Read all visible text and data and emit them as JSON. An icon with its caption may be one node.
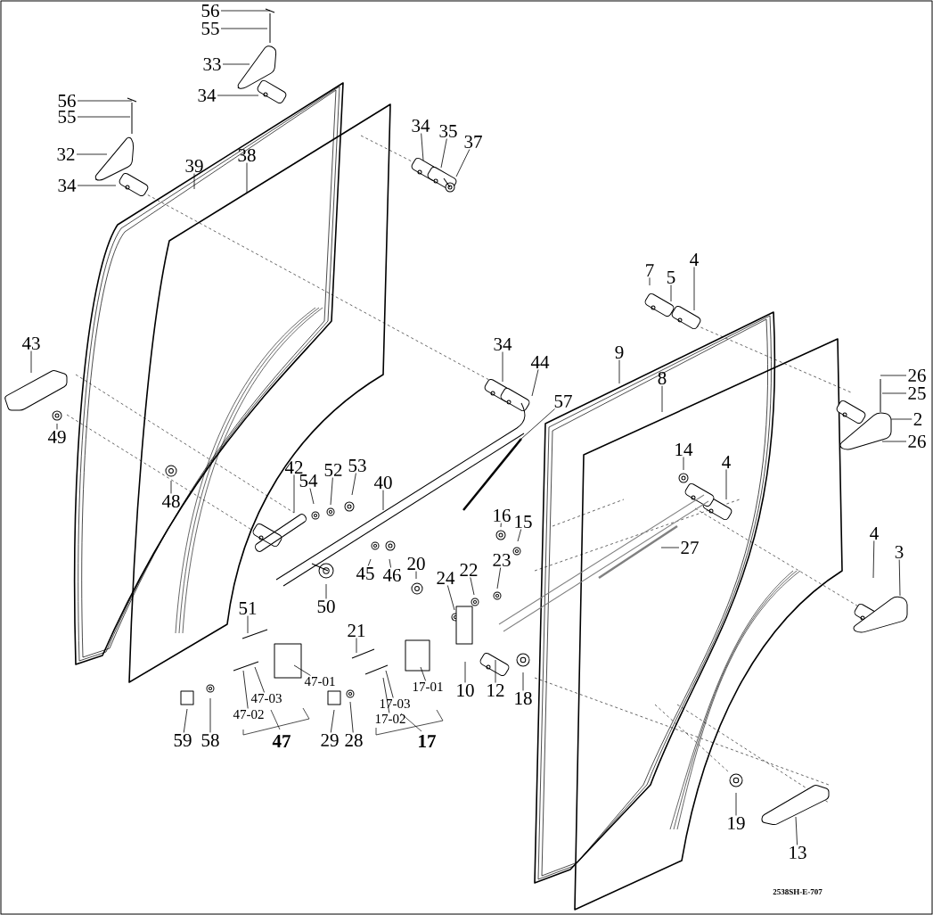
{
  "diagram": {
    "nodes": [
      {
        "text": [
          "56"
        ]
      },
      {
        "text": [
          "55"
        ]
      },
      {
        "text": [
          "33"
        ]
      },
      {
        "text": [
          "34"
        ]
      },
      {
        "text": [
          "56"
        ]
      },
      {
        "text": [
          "55"
        ]
      },
      {
        "text": [
          "32"
        ]
      },
      {
        "text": [
          "34"
        ]
      },
      {
        "text": [
          "39"
        ]
      },
      {
        "text": [
          "38"
        ]
      },
      {
        "text": [
          "34"
        ]
      },
      {
        "text": [
          "35"
        ]
      },
      {
        "text": [
          "37"
        ]
      },
      {
        "text": [
          "7"
        ]
      },
      {
        "text": [
          "5"
        ]
      },
      {
        "text": [
          "4"
        ]
      },
      {
        "text": [
          "43"
        ]
      },
      {
        "text": [
          "49"
        ]
      },
      {
        "text": [
          "48"
        ]
      },
      {
        "text": [
          "42"
        ]
      },
      {
        "text": [
          "54"
        ]
      },
      {
        "text": [
          "52"
        ]
      },
      {
        "text": [
          "53"
        ]
      },
      {
        "text": [
          "40"
        ]
      },
      {
        "text": [
          "34"
        ]
      },
      {
        "text": [
          "44"
        ]
      },
      {
        "text": [
          "57"
        ]
      },
      {
        "text": [
          "9"
        ]
      },
      {
        "text": [
          "8"
        ]
      },
      {
        "text": [
          "26"
        ]
      },
      {
        "text": [
          "25"
        ]
      },
      {
        "text": [
          "2"
        ]
      },
      {
        "text": [
          "26"
        ]
      },
      {
        "text": [
          "14"
        ]
      },
      {
        "text": [
          "4"
        ]
      },
      {
        "text": [
          "16"
        ]
      },
      {
        "text": [
          "15"
        ]
      },
      {
        "text": [
          "27"
        ]
      },
      {
        "text": [
          "4"
        ]
      },
      {
        "text": [
          "3"
        ]
      },
      {
        "text": [
          "45"
        ]
      },
      {
        "text": [
          "46"
        ]
      },
      {
        "text": [
          "50"
        ]
      },
      {
        "text": [
          "20"
        ]
      },
      {
        "text": [
          "24"
        ]
      },
      {
        "text": [
          "22"
        ]
      },
      {
        "text": [
          "23"
        ]
      },
      {
        "text": [
          "51"
        ]
      },
      {
        "text": [
          "21"
        ]
      },
      {
        "text": [
          "10"
        ]
      },
      {
        "text": [
          "12"
        ]
      },
      {
        "text": [
          "18"
        ]
      },
      {
        "text": [
          "47-01"
        ]
      },
      {
        "text": [
          "47-03"
        ]
      },
      {
        "text": [
          "47-02"
        ]
      },
      {
        "text": [
          "59"
        ]
      },
      {
        "text": [
          "58"
        ]
      },
      {
        "text": [
          "29"
        ]
      },
      {
        "text": [
          "28"
        ]
      },
      {
        "text": [
          "17-01"
        ]
      },
      {
        "text": [
          "17-03"
        ]
      },
      {
        "text": [
          "17-02"
        ]
      },
      {
        "text": [
          "19"
        ]
      },
      {
        "text": [
          "13"
        ]
      }
    ],
    "edges": [
      {
        "from": 0,
        "to": null,
        "arrow": "none"
      },
      {
        "from": 1,
        "to": null,
        "arrow": "none"
      },
      {
        "from": 2,
        "to": null,
        "arrow": "none"
      },
      {
        "from": 3,
        "to": null,
        "arrow": "none"
      },
      {
        "from": 4,
        "to": null,
        "arrow": "none"
      },
      {
        "from": 5,
        "to": null,
        "arrow": "none"
      },
      {
        "from": 6,
        "to": null,
        "arrow": "none"
      },
      {
        "from": 7,
        "to": null,
        "arrow": "none"
      },
      {
        "from": 8,
        "to": null,
        "arrow": "none"
      },
      {
        "from": 9,
        "to": null,
        "arrow": "none"
      },
      {
        "from": 10,
        "to": null,
        "arrow": "none"
      },
      {
        "from": 11,
        "to": null,
        "arrow": "none"
      },
      {
        "from": 12,
        "to": null,
        "arrow": "none"
      },
      {
        "from": 13,
        "to": null,
        "arrow": "none"
      },
      {
        "from": 14,
        "to": null,
        "arrow": "none"
      },
      {
        "from": 15,
        "to": null,
        "arrow": "none"
      },
      {
        "from": 16,
        "to": null,
        "arrow": "none"
      },
      {
        "from": 17,
        "to": null,
        "arrow": "none"
      },
      {
        "from": 18,
        "to": null,
        "arrow": "none"
      },
      {
        "from": 19,
        "to": null,
        "arrow": "none"
      },
      {
        "from": 20,
        "to": null,
        "arrow": "none"
      },
      {
        "from": 21,
        "to": null,
        "arrow": "none"
      },
      {
        "from": 22,
        "to": null,
        "arrow": "none"
      },
      {
        "from": 23,
        "to": null,
        "arrow": "none"
      },
      {
        "from": 24,
        "to": null,
        "arrow": "none"
      },
      {
        "from": 25,
        "to": null,
        "arrow": "none"
      },
      {
        "from": 26,
        "to": null,
        "arrow": "none"
      },
      {
        "from": 27,
        "to": null,
        "arrow": "none"
      },
      {
        "from": 28,
        "to": null,
        "arrow": "none"
      },
      {
        "from": 29,
        "to": null,
        "arrow": "none"
      },
      {
        "from": 30,
        "to": null,
        "arrow": "none"
      },
      {
        "from": 31,
        "to": null,
        "arrow": "none"
      },
      {
        "from": 32,
        "to": null,
        "arrow": "none"
      },
      {
        "from": 33,
        "to": null,
        "arrow": "none"
      },
      {
        "from": 34,
        "to": null,
        "arrow": "none"
      },
      {
        "from": 35,
        "to": null,
        "arrow": "none"
      },
      {
        "from": 36,
        "to": null,
        "arrow": "none"
      },
      {
        "from": 37,
        "to": null,
        "arrow": "none"
      },
      {
        "from": 38,
        "to": null,
        "arrow": "none"
      },
      {
        "from": 39,
        "to": null,
        "arrow": "none"
      },
      {
        "from": 40,
        "to": null,
        "arrow": "none"
      },
      {
        "from": 41,
        "to": null,
        "arrow": "none"
      },
      {
        "from": 42,
        "to": null,
        "arrow": "none"
      },
      {
        "from": 43,
        "to": null,
        "arrow": "none"
      },
      {
        "from": 44,
        "to": null,
        "arrow": "none"
      },
      {
        "from": 45,
        "to": null,
        "arrow": "none"
      },
      {
        "from": 46,
        "to": null,
        "arrow": "none"
      },
      {
        "from": 47,
        "to": null,
        "arrow": "none"
      },
      {
        "from": 48,
        "to": null,
        "arrow": "none"
      },
      {
        "from": 49,
        "to": null,
        "arrow": "none"
      },
      {
        "from": 50,
        "to": null,
        "arrow": "none"
      },
      {
        "from": 51,
        "to": null,
        "arrow": "none"
      },
      {
        "from": 52,
        "to": null,
        "arrow": "none"
      },
      {
        "from": 53,
        "to": null,
        "arrow": "none"
      },
      {
        "from": 54,
        "to": null,
        "arrow": "none"
      },
      {
        "from": 55,
        "to": null,
        "arrow": "none"
      },
      {
        "from": 56,
        "to": null,
        "arrow": "none"
      },
      {
        "from": 57,
        "to": null,
        "arrow": "none"
      },
      {
        "from": 58,
        "to": null,
        "arrow": "none"
      },
      {
        "from": 59,
        "to": null,
        "arrow": "none"
      },
      {
        "from": 60,
        "to": null,
        "arrow": "none"
      },
      {
        "from": 61,
        "to": null,
        "arrow": "none"
      },
      {
        "from": 62,
        "to": null,
        "arrow": "none"
      },
      {
        "from": 63,
        "to": null,
        "arrow": "none"
      }
    ],
    "labels": [
      "47",
      "17",
      "2538SH-E-707"
    ]
  }
}
